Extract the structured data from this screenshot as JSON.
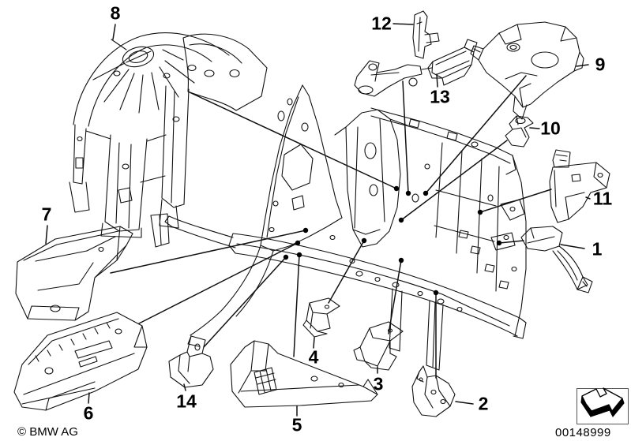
{
  "callouts": [
    {
      "label": "1"
    },
    {
      "label": "2"
    },
    {
      "label": "3"
    },
    {
      "label": "4"
    },
    {
      "label": "5"
    },
    {
      "label": "6"
    },
    {
      "label": "7"
    },
    {
      "label": "8"
    },
    {
      "label": "9"
    },
    {
      "label": "10"
    },
    {
      "label": "11"
    },
    {
      "label": "12"
    },
    {
      "label": "13"
    },
    {
      "label": "14"
    }
  ],
  "footer": {
    "copyright": "© BMW AG",
    "image_number": "00148999"
  },
  "icon": {
    "name": "direction-arrow",
    "description": "3d-arrow-pointing-down-right"
  },
  "colors": {
    "background": "#ffffff",
    "line": "#000000"
  }
}
